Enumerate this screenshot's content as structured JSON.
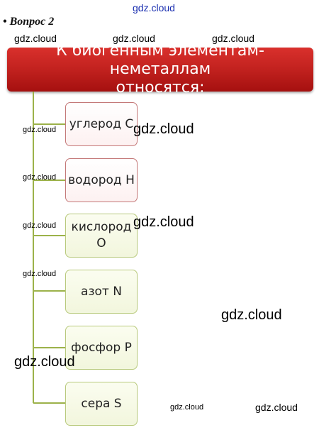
{
  "question": {
    "label": "• Вопрос 2"
  },
  "banner": {
    "line1": "К биогенным элементам-неметаллам",
    "line2": "относятся:"
  },
  "nodes": [
    {
      "text": "углерод С"
    },
    {
      "text": "водород Н"
    },
    {
      "text": "кислород О"
    },
    {
      "text": "азот N"
    },
    {
      "text": "фосфор Р"
    },
    {
      "text": "сера S"
    }
  ],
  "watermarks": {
    "text": "gdz.cloud"
  },
  "colors": {
    "banner": "#c42320",
    "connector": "#9cb24a",
    "node_border_red": "#c47878",
    "node_border_green": "#b8c97c",
    "watermark_top": "#1a2fb0"
  }
}
